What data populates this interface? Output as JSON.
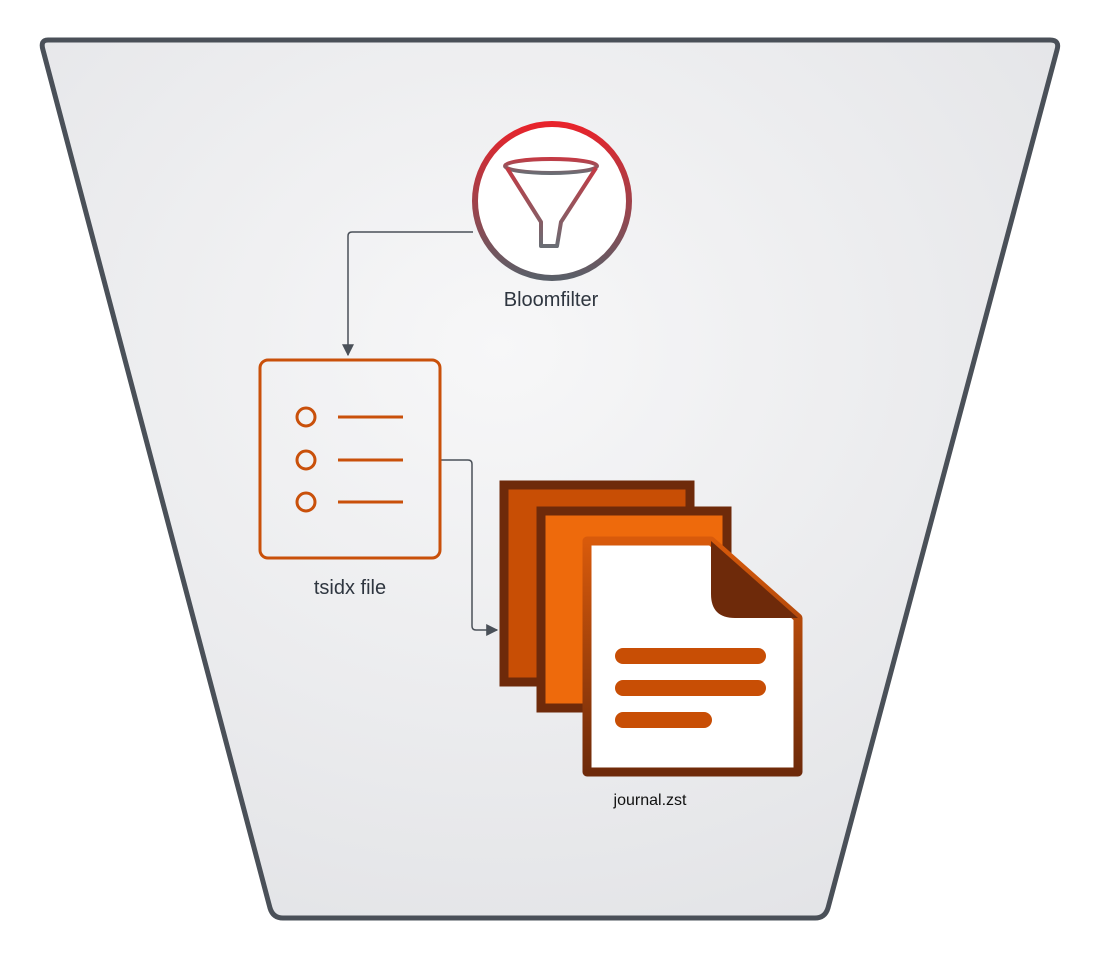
{
  "diagram": {
    "nodes": {
      "bloomfilter": {
        "label": "Bloomfilter",
        "icon": "funnel-icon"
      },
      "tsidx": {
        "label": "tsidx file",
        "icon": "list-document-icon"
      },
      "journal": {
        "label": "journal.zst",
        "icon": "stacked-documents-icon"
      }
    },
    "edges": [
      {
        "from": "Bloomfilter",
        "to": "tsidx file"
      },
      {
        "from": "tsidx file",
        "to": "journal.zst"
      }
    ]
  },
  "colors": {
    "container_fill": "#e8e9ec",
    "container_stroke": "#4a5058",
    "connector": "#4a5058",
    "funnel_gradient_top": "#e8232b",
    "funnel_gradient_bottom": "#5a5f68",
    "tsidx_orange": "#c9500a",
    "journal_dark": "#6e2a0a",
    "journal_mid": "#c84e05",
    "journal_bright": "#ee6a0c"
  }
}
